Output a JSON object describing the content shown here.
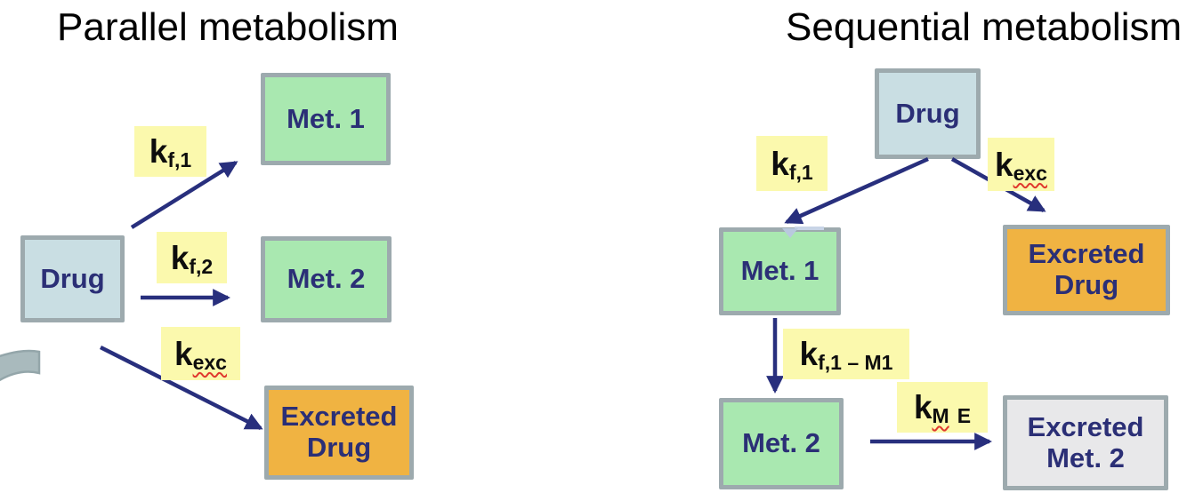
{
  "diagram": {
    "left": {
      "title": "Parallel metabolism",
      "drug": "Drug",
      "met1": "Met. 1",
      "met2": "Met. 2",
      "excreted_drug": {
        "line1": "Excreted",
        "line2": "Drug"
      },
      "kf1": {
        "base": "k",
        "sub": "f,1"
      },
      "kf2": {
        "base": "k",
        "sub": "f,2"
      },
      "kexc": {
        "base": "k",
        "sub": "exc"
      },
      "edges": [
        {
          "from": "Drug",
          "to": "Met. 1",
          "rate": "k_f,1"
        },
        {
          "from": "Drug",
          "to": "Met. 2",
          "rate": "k_f,2"
        },
        {
          "from": "Drug",
          "to": "Excreted Drug",
          "rate": "k_exc"
        }
      ]
    },
    "right": {
      "title": "Sequential metabolism",
      "drug": "Drug",
      "met1": "Met. 1",
      "met2": "Met. 2",
      "excreted_drug": {
        "line1": "Excreted",
        "line2": "Drug"
      },
      "excreted_met2": {
        "line1": "Excreted",
        "line2": "Met. 2"
      },
      "kf1": {
        "base": "k",
        "sub": "f,1"
      },
      "kexc": {
        "base": "k",
        "sub": "exc"
      },
      "kf1m1": {
        "base": "k",
        "sub": "f,1 – M1"
      },
      "kme": {
        "base": "k",
        "sub1": "M",
        "sub2": "E"
      },
      "edges": [
        {
          "from": "Drug",
          "to": "Met. 1",
          "rate": "k_f,1"
        },
        {
          "from": "Drug",
          "to": "Excreted Drug",
          "rate": "k_exc"
        },
        {
          "from": "Met. 1",
          "to": "Met. 2",
          "rate": "k_f,1 – M1"
        },
        {
          "from": "Met. 2",
          "to": "Excreted Met. 2",
          "rate": "k_M E"
        }
      ]
    },
    "colors": {
      "drug_fill": "#c9dee3",
      "metabolite_fill": "#a9e8b0",
      "excreted_drug_fill": "#f0b342",
      "excreted_met_fill": "#e8e8ea",
      "rate_label_fill": "#fbf9ad",
      "box_border": "#9daaae",
      "arrow": "#282f7d",
      "box_text": "#2b2f76",
      "title_text": "#000000",
      "spellcheck_wavy": "#e0392e"
    }
  }
}
